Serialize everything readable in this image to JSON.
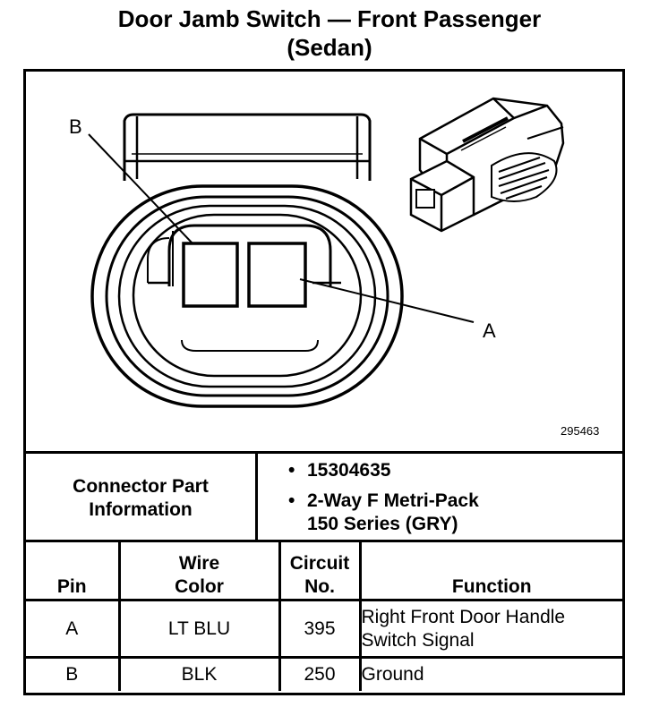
{
  "title": {
    "line1": "Door Jamb Switch — Front Passenger",
    "line2": "(Sedan)"
  },
  "diagram": {
    "label_b": "B",
    "label_a": "A",
    "figure_number": "295463"
  },
  "connector_info": {
    "heading_line1": "Connector Part",
    "heading_line2": "Information",
    "items": [
      {
        "bullet": "•",
        "text": "15304635"
      },
      {
        "bullet": "•",
        "text": "2-Way F Metri-Pack"
      },
      {
        "bullet": "",
        "text": "150 Series (GRY)"
      }
    ]
  },
  "pin_table": {
    "headers": {
      "pin": "Pin",
      "wire_color_1": "Wire",
      "wire_color_2": "Color",
      "circuit_1": "Circuit",
      "circuit_2": "No.",
      "function": "Function"
    },
    "rows": [
      {
        "pin": "A",
        "wire_color": "LT BLU",
        "circuit": "395",
        "function_1": "Right Front Door Handle",
        "function_2": "Switch Signal"
      },
      {
        "pin": "B",
        "wire_color": "BLK",
        "circuit": "250",
        "function_1": "Ground",
        "function_2": ""
      }
    ]
  }
}
